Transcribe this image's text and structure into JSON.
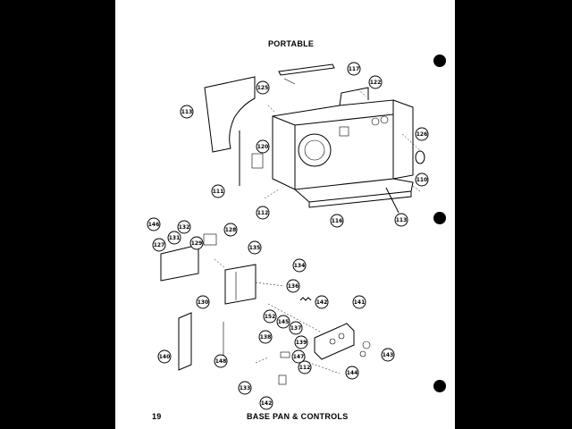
{
  "header": {
    "title": "PORTABLE"
  },
  "footer": {
    "page_number": "19",
    "section_title": "BASE PAN & CONTROLS"
  },
  "callouts": {
    "c113": "113",
    "c117": "117",
    "c122": "122",
    "c125": "125",
    "c126": "126",
    "c120": "120",
    "c110a": "110",
    "c111": "111",
    "c112a": "112",
    "c116": "116",
    "c113b": "113",
    "c146": "146",
    "c132": "132",
    "c127": "127",
    "c131": "131",
    "c129": "129",
    "c128": "128",
    "c135": "135",
    "c134": "134",
    "c136": "136",
    "c130": "130",
    "c142a": "142",
    "c141": "141",
    "c152": "152",
    "c145": "145",
    "c138": "138",
    "c137": "137",
    "c139": "139",
    "c147": "147",
    "c148": "148",
    "c140": "140",
    "c112b": "112",
    "c143": "143",
    "c144": "144",
    "c133": "133",
    "c142b": "142"
  }
}
